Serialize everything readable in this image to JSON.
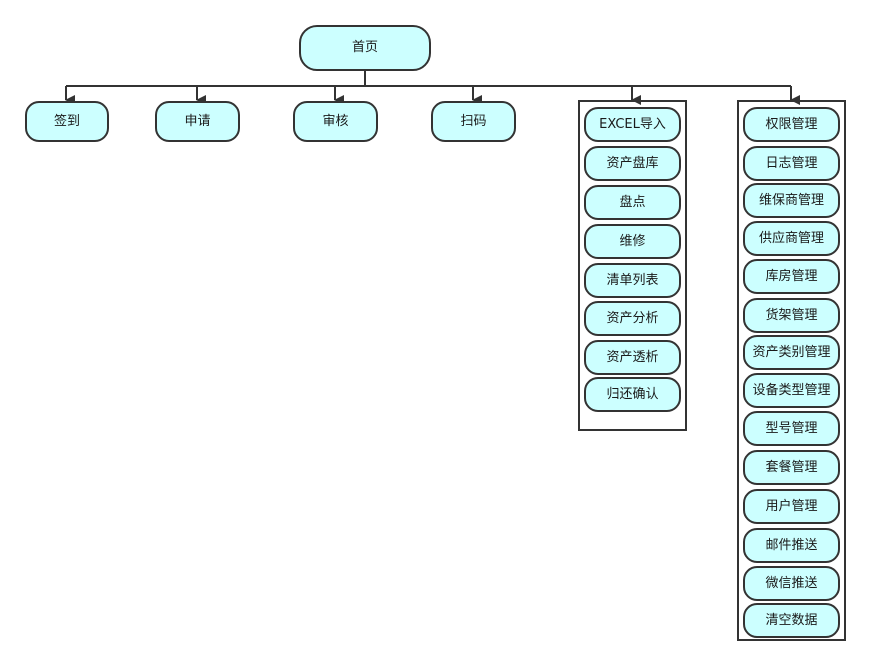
{
  "colors": {
    "node_fill": "#ccffff",
    "stroke": "#333333"
  },
  "root": {
    "label": "首页"
  },
  "top_nodes": [
    {
      "label": "签到"
    },
    {
      "label": "申请"
    },
    {
      "label": "审核"
    },
    {
      "label": "扫码"
    }
  ],
  "group_asset": {
    "items": [
      {
        "label": "EXCEL导入"
      },
      {
        "label": "资产盘库"
      },
      {
        "label": "盘点"
      },
      {
        "label": "维修"
      },
      {
        "label": "清单列表"
      },
      {
        "label": "资产分析"
      },
      {
        "label": "资产透析"
      },
      {
        "label": "归还确认"
      }
    ]
  },
  "group_admin": {
    "items": [
      {
        "label": "权限管理"
      },
      {
        "label": "日志管理"
      },
      {
        "label": "维保商管理"
      },
      {
        "label": "供应商管理"
      },
      {
        "label": "库房管理"
      },
      {
        "label": "货架管理"
      },
      {
        "label": "资产类别管理"
      },
      {
        "label": "设备类型管理"
      },
      {
        "label": "型号管理"
      },
      {
        "label": "套餐管理"
      },
      {
        "label": "用户管理"
      },
      {
        "label": "邮件推送"
      },
      {
        "label": "微信推送"
      },
      {
        "label": "清空数据"
      }
    ]
  }
}
